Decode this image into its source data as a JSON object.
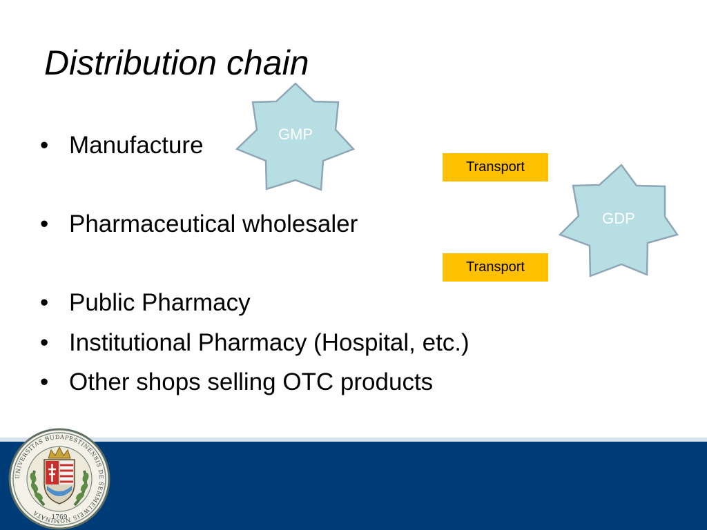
{
  "slide": {
    "title": "Distribution chain",
    "bullet_glyph": "•",
    "bullets": [
      "Manufacture",
      "Pharmaceutical wholesaler",
      "Public Pharmacy",
      "Institutional Pharmacy (Hospital, etc.)",
      "Other shops selling OTC products"
    ]
  },
  "diagram": {
    "stars": [
      {
        "label": "GMP"
      },
      {
        "label": "GDP"
      }
    ],
    "transport_boxes": [
      {
        "label": "Transport"
      },
      {
        "label": "Transport"
      }
    ]
  },
  "footer": {
    "seal_text": "UNIVERSITAS BUDAPESTINENSIS DE SEMMELWEIS NOMINATA",
    "seal_year": "1769"
  },
  "colors": {
    "star_fill": "#b7dee3",
    "star_outline": "#8ea6b6",
    "transport_fill": "#ffc000",
    "footer_band": "#003c78"
  }
}
